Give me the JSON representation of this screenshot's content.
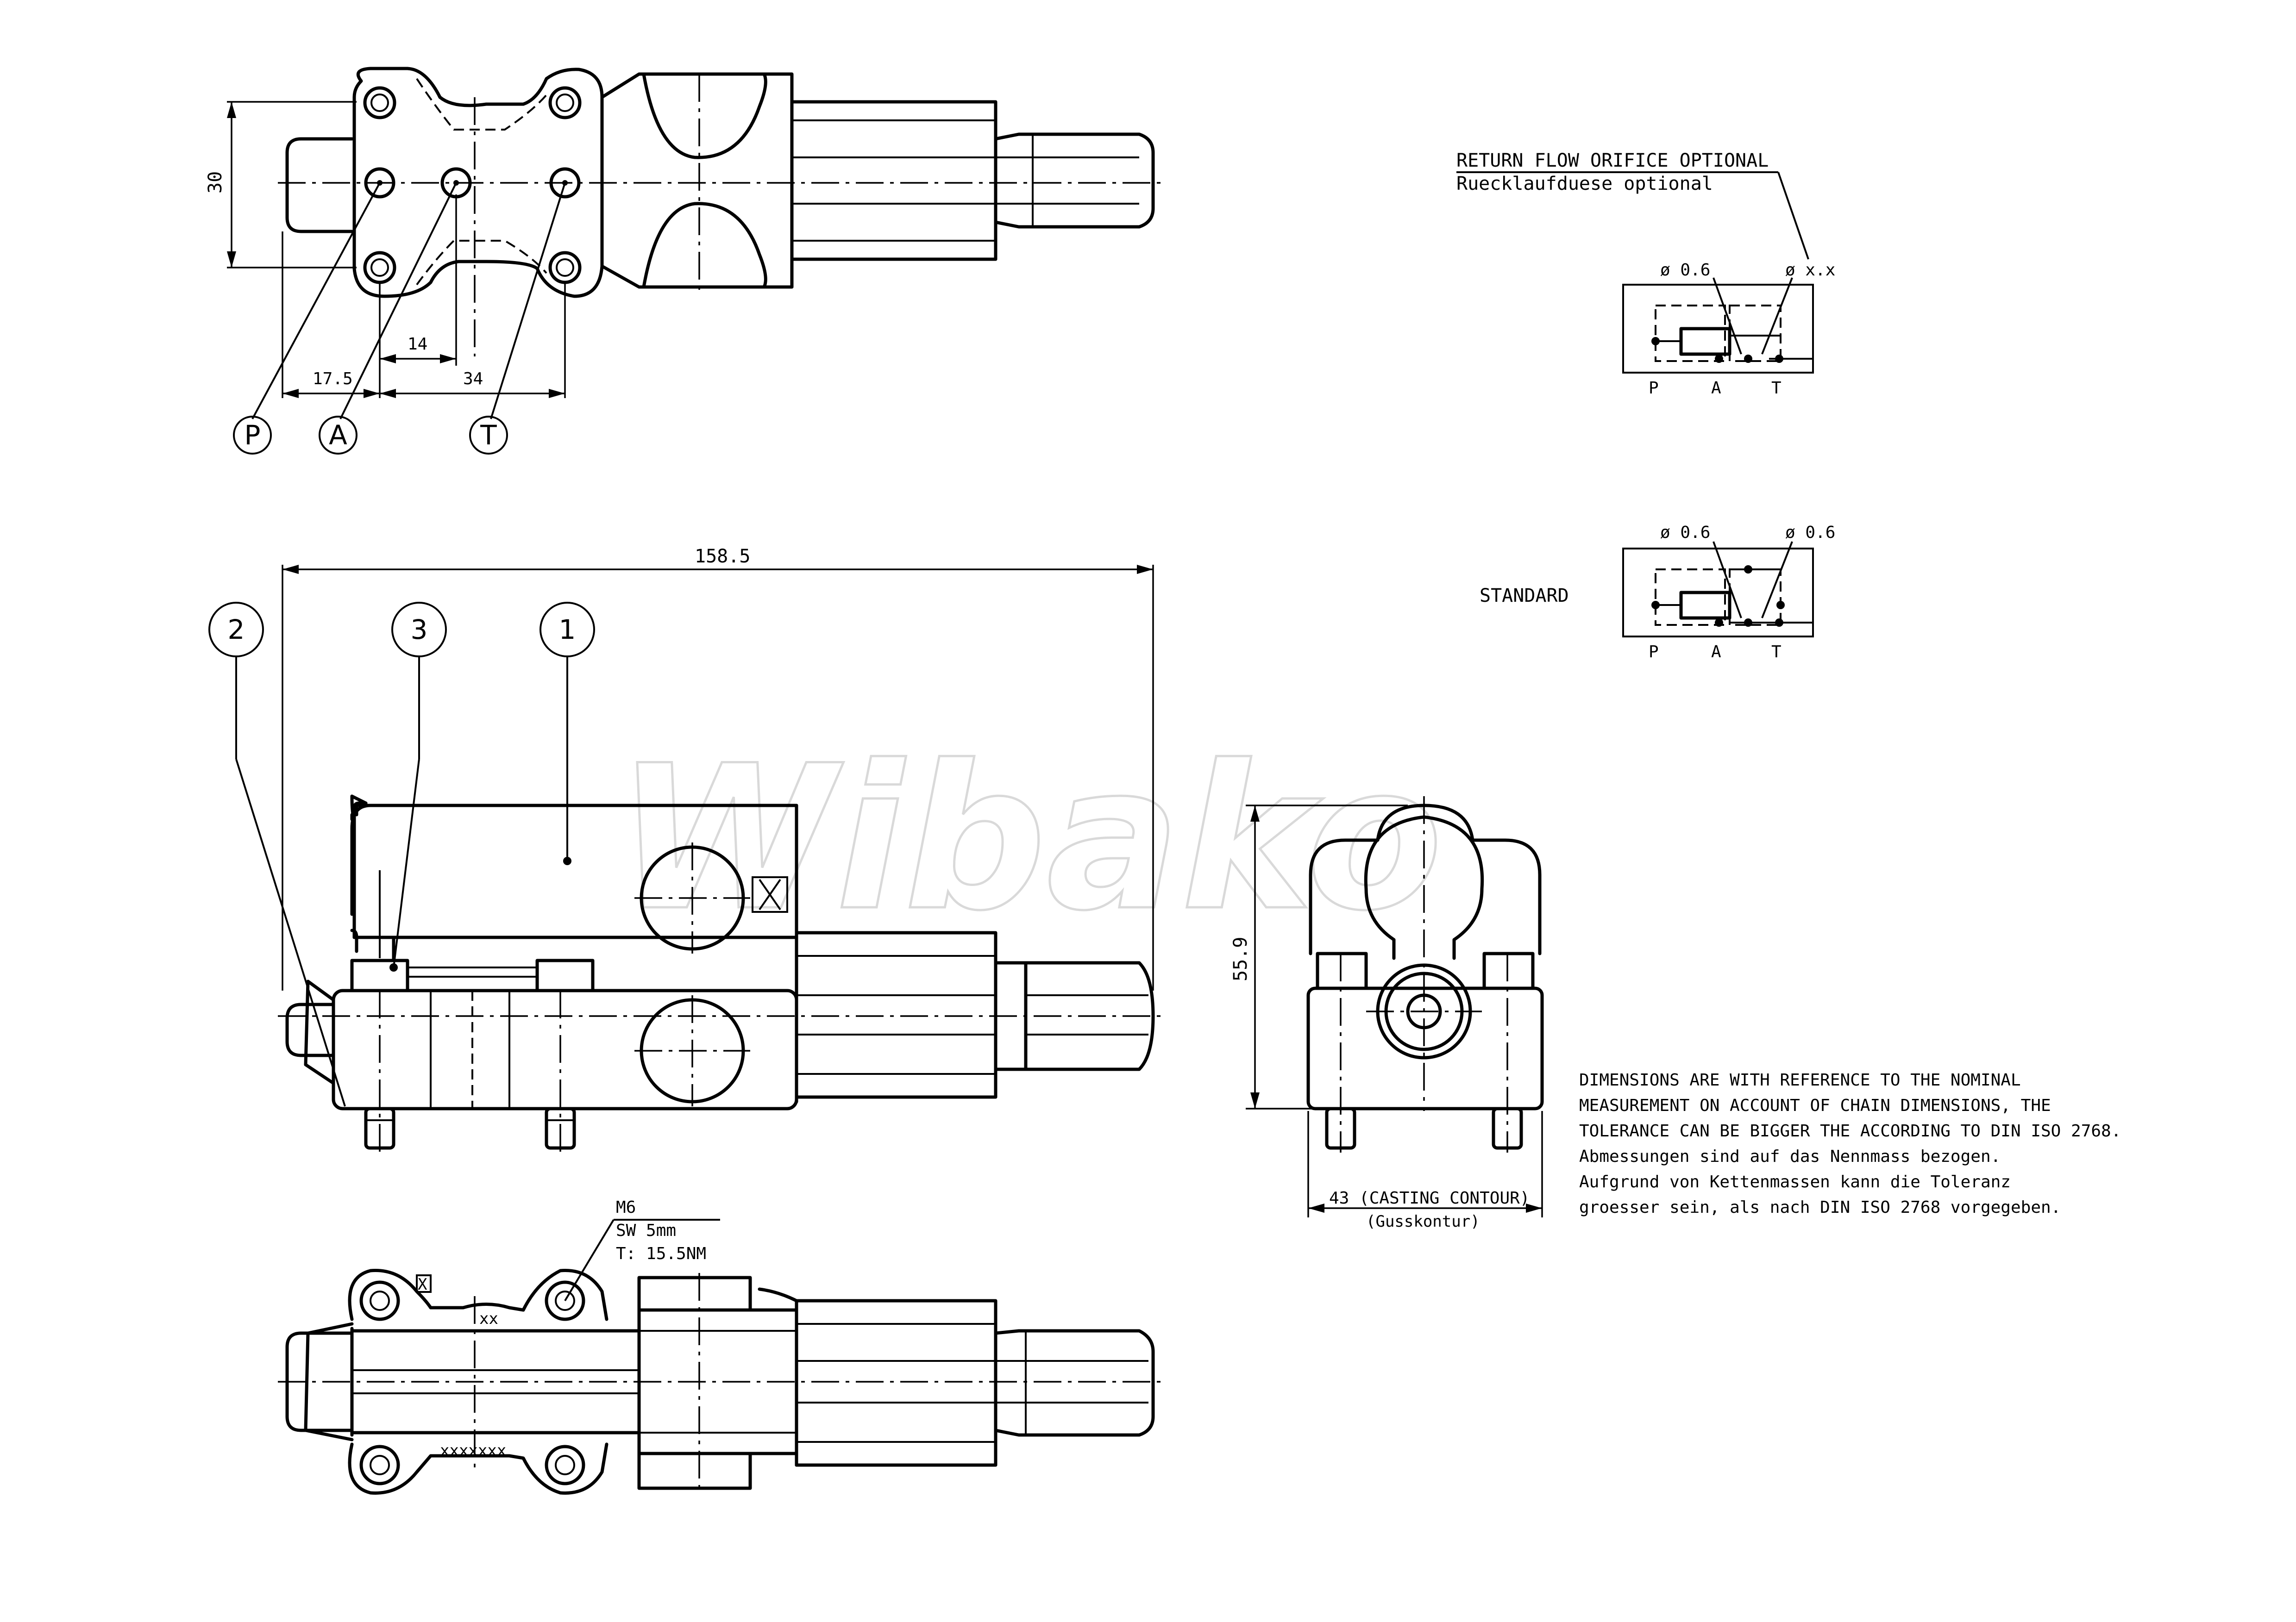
{
  "watermark": "Wibako",
  "top_view": {
    "dimensions": {
      "d30": "30",
      "d14": "14",
      "d175": "17.5",
      "d34": "34"
    },
    "port_bubbles": [
      "P",
      "A",
      "T"
    ]
  },
  "front_view": {
    "dimension": "158.5",
    "balloons": [
      "2",
      "3",
      "1"
    ]
  },
  "side_view": {
    "height_dim": "55.9",
    "width_dim": "43 (CASTING CONTOUR)",
    "width_note": "(Gusskontur)"
  },
  "bottom_view": {
    "thread_note": [
      "M6",
      "SW  5mm",
      "T: 15.5NM"
    ],
    "mark_x": "X",
    "label_xx": "xx",
    "label_xxxxxxx": "xxxxxxx"
  },
  "schematic_optional": {
    "title": "RETURN FLOW ORIFICE OPTIONAL",
    "subtitle": "Ruecklaufduese optional",
    "orifice_left": "ø 0.6",
    "orifice_right": "ø x.x",
    "ports": [
      "P",
      "A",
      "T"
    ]
  },
  "schematic_standard": {
    "label": "STANDARD",
    "orifice_left": "ø 0.6",
    "orifice_right": "ø 0.6",
    "ports": [
      "P",
      "A",
      "T"
    ]
  },
  "notes": [
    "DIMENSIONS ARE WITH REFERENCE TO THE NOMINAL",
    "MEASUREMENT ON ACCOUNT OF CHAIN DIMENSIONS, THE",
    "TOLERANCE CAN BE BIGGER THE ACCORDING TO DIN ISO 2768.",
    "Abmessungen sind auf das Nennmass bezogen.",
    "Aufgrund von Kettenmassen kann die Toleranz",
    "groesser sein, als nach DIN ISO 2768 vorgegeben."
  ]
}
